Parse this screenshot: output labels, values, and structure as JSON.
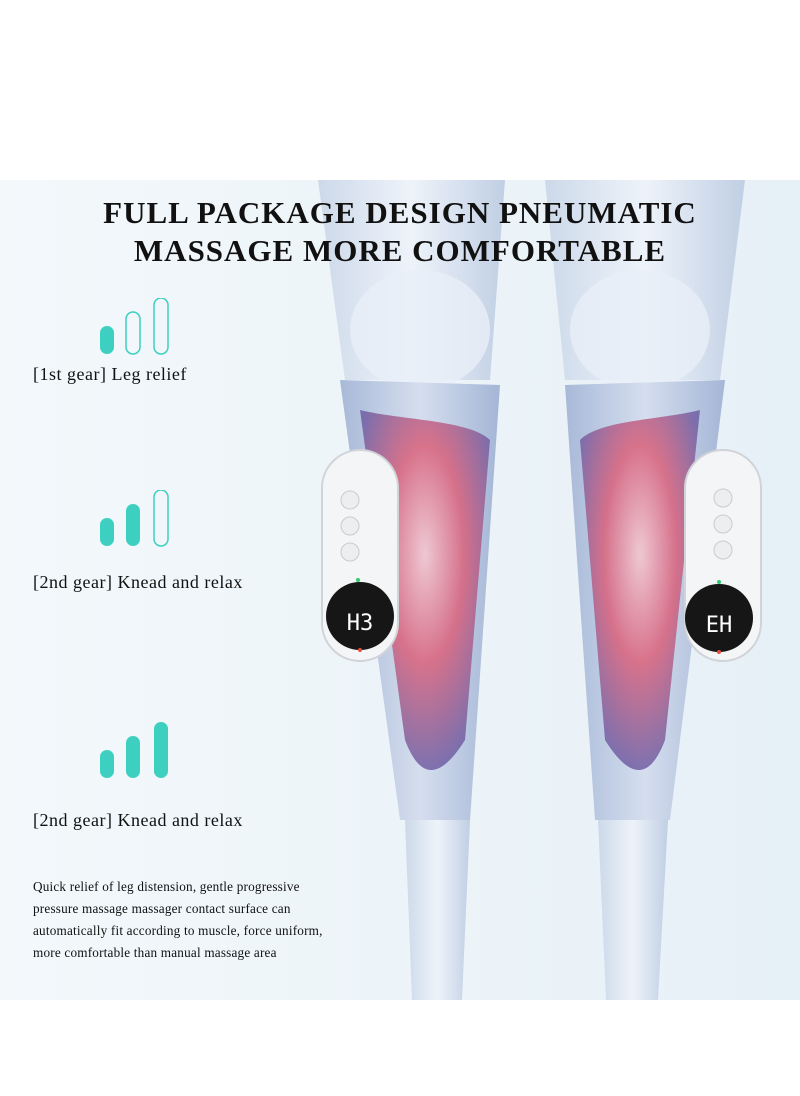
{
  "headline": {
    "line1": "FULL PACKAGE DESIGN PNEUMATIC",
    "line2": "MASSAGE MORE COMFORTABLE"
  },
  "gears": [
    {
      "label": "[1st gear]  Leg relief",
      "filled_bars": 1
    },
    {
      "label": "[2nd gear]  Knead and relax",
      "filled_bars": 2
    },
    {
      "label": "[2nd gear]  Knead and relax",
      "filled_bars": 3
    }
  ],
  "description": {
    "lines": [
      "Quick relief of leg distension, gentle progressive",
      "pressure massage massager contact surface can",
      "automatically fit according to muscle, force uniform,",
      "more comfortable than manual massage area"
    ]
  },
  "controllers": {
    "left_display": "H3",
    "right_display": "EH"
  },
  "colors": {
    "accent": "#3dcfc0",
    "muscle": "#d9607a",
    "sleeve": "#b9c9e3"
  }
}
